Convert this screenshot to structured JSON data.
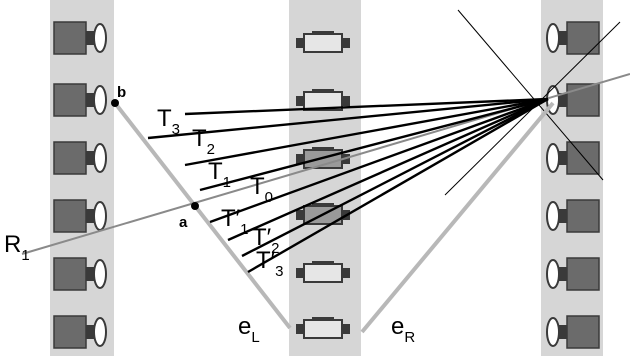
{
  "diagram": {
    "labels": {
      "b": "b",
      "a": "a",
      "R1": {
        "main": "R",
        "sub": "1"
      },
      "T3": {
        "main": "T",
        "sub": "3"
      },
      "T2": {
        "main": "T",
        "sub": "2"
      },
      "T1": {
        "main": "T",
        "sub": "1"
      },
      "T0": {
        "main": "T",
        "sub": "0"
      },
      "T1p": {
        "main": "T′",
        "sub": "1"
      },
      "T2p": {
        "main": "T′",
        "sub": "2"
      },
      "T3p": {
        "main": "T′",
        "sub": "3"
      },
      "eL": {
        "main": "e",
        "sub": "L"
      },
      "eR": {
        "main": "e",
        "sub": "R"
      }
    },
    "columns": {
      "left": {
        "camera_count": 6,
        "facing": "right"
      },
      "middle": {
        "camera_count": 6,
        "facing": "up"
      },
      "right": {
        "camera_count": 6,
        "facing": "left"
      }
    },
    "colors": {
      "panel": "#d6d6d6",
      "camera_body": "#6b6b6b",
      "camera_dark": "#3a3a3a",
      "ray": "#000000",
      "gray_line": "#b5b5b5",
      "selected_line": "#8a8a8a"
    }
  }
}
